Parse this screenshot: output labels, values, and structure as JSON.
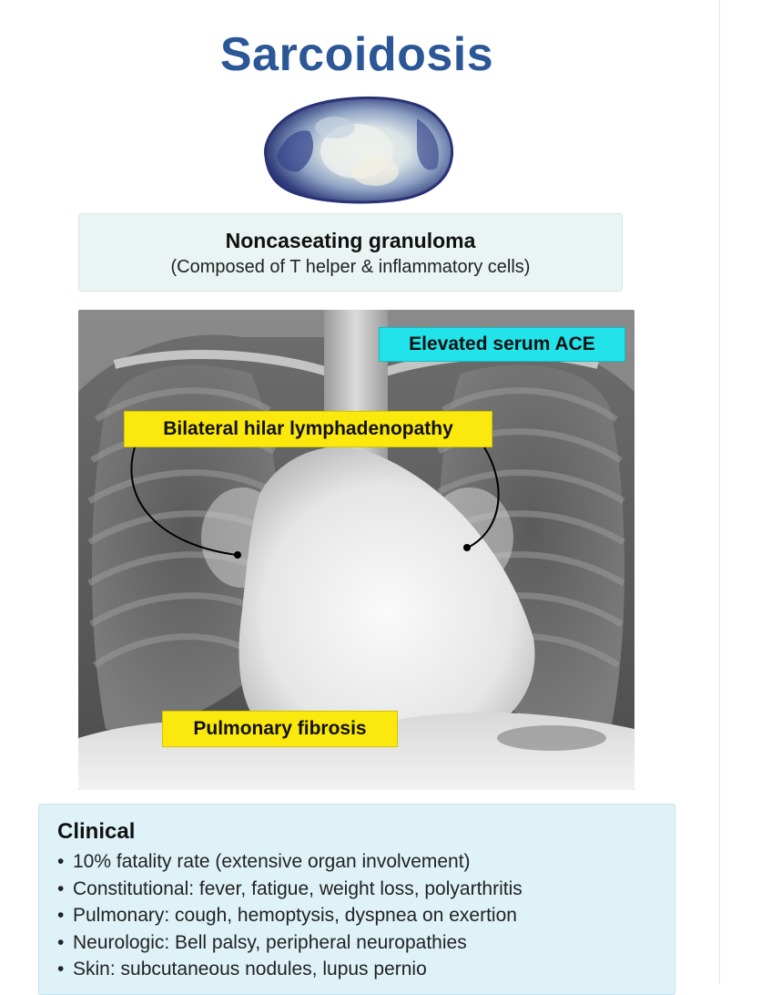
{
  "title": "Sarcoidosis",
  "granuloma": {
    "title": "Noncaseating granuloma",
    "subtitle": "(Composed of T helper & inflammatory cells)"
  },
  "xray_labels": {
    "ace": "Elevated serum ACE",
    "hilar": "Bilateral hilar lymphadenopathy",
    "fibrosis": "Pulmonary fibrosis"
  },
  "clinical": {
    "heading": "Clinical",
    "bullet": "•",
    "items": [
      "10% fatality rate (extensive organ involvement)",
      "Constitutional: fever, fatigue, weight loss, polyarthritis",
      "Pulmonary: cough, hemoptysis, dyspnea on exertion",
      "Neurologic: Bell palsy, peripheral neuropathies",
      "Skin: subcutaneous nodules, lupus pernio"
    ]
  },
  "colors": {
    "title": "#2b5797",
    "label_yellow": "#fbe80c",
    "label_cyan": "#22e3ea",
    "granuloma_box": "#eaf5f3",
    "clinical_box": "#def2f8"
  },
  "icons": {
    "specimen": "lymph-node-specimen-image",
    "xray": "chest-xray-image"
  }
}
